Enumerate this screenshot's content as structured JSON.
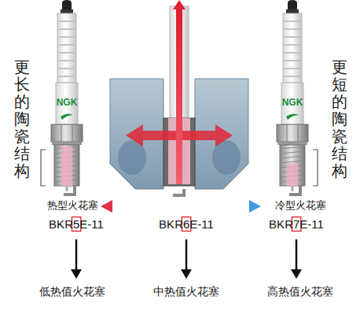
{
  "diagram": {
    "labels": [
      "更长的陶瓷结构",
      "NGK",
      "NGK",
      "更短的陶瓷结构",
      "热型火花塞",
      "冷型火花塞",
      "BKR5E-11",
      "BKR6E-11",
      "BKR7E-11",
      "低热值火花塞",
      "中热值火花塞",
      "高热值火花塞"
    ]
  }
}
